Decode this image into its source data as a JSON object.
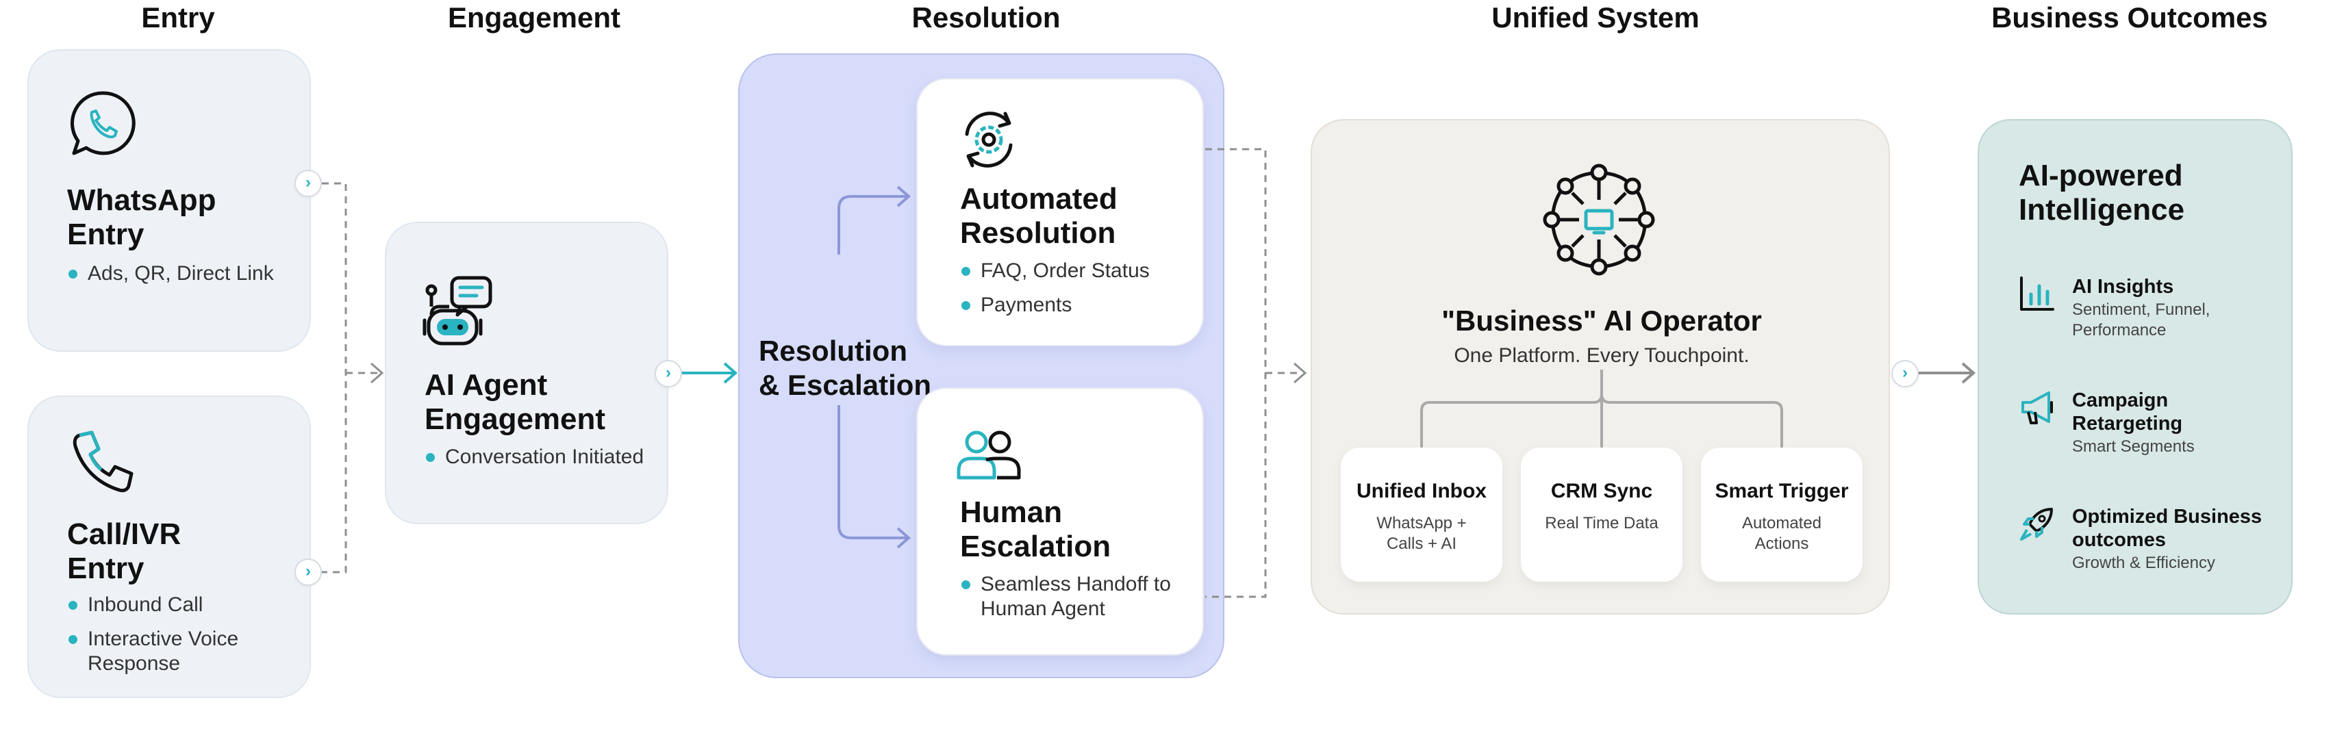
{
  "columns": {
    "entry": "Entry",
    "engagement": "Engagement",
    "resolution": "Resolution",
    "unified": "Unified System",
    "outcomes": "Business Outcomes"
  },
  "whatsapp": {
    "title": [
      "WhatsApp",
      "Entry"
    ],
    "bullets": [
      "Ads, QR, Direct Link"
    ]
  },
  "call": {
    "title": [
      "Call/IVR",
      "Entry"
    ],
    "bullets": [
      [
        "Inbound Call"
      ],
      [
        "Interactive Voice",
        "Response"
      ]
    ]
  },
  "agent": {
    "title": [
      "AI Agent",
      "Engagement"
    ],
    "bullets": [
      "Conversation Initiated"
    ]
  },
  "resolution_panel": {
    "label": [
      "Resolution",
      "& Escalation"
    ]
  },
  "automated": {
    "title": [
      "Automated",
      "Resolution"
    ],
    "bullets": [
      "FAQ, Order Status",
      "Payments"
    ]
  },
  "human": {
    "title": [
      "Human",
      "Escalation"
    ],
    "bullets": [
      [
        "Seamless Handoff to",
        "Human Agent"
      ]
    ]
  },
  "operator": {
    "title": "\"Business\" AI Operator",
    "subtitle": "One Platform. Every Touchpoint.",
    "modules": [
      {
        "title": "Unified Inbox",
        "sub": [
          "WhatsApp +",
          "Calls + AI"
        ]
      },
      {
        "title": "CRM Sync",
        "sub": [
          "Real Time Data"
        ]
      },
      {
        "title": "Smart Trigger",
        "sub": [
          "Automated",
          "Actions"
        ]
      }
    ]
  },
  "outcomes": {
    "title": [
      "AI-powered",
      "Intelligence"
    ],
    "items": [
      {
        "title": [
          "AI Insights"
        ],
        "sub": [
          "Sentiment, Funnel,",
          "Performance"
        ],
        "icon": "bar-chart-icon"
      },
      {
        "title": [
          "Campaign",
          "Retargeting"
        ],
        "sub": [
          "Smart Segments"
        ],
        "icon": "megaphone-icon"
      },
      {
        "title": [
          "Optimized Business",
          "outcomes"
        ],
        "sub": [
          "Growth & Efficiency"
        ],
        "icon": "rocket-icon"
      }
    ]
  },
  "colors": {
    "accent": "#2ab3c0",
    "panel": "#d7dcfb",
    "card_gray": "#eef2f7",
    "card_beige": "#f2f0ec",
    "card_teal": "#d8e8e6",
    "connector": "#8f8f8f",
    "connector_panel": "#8c97d8"
  }
}
